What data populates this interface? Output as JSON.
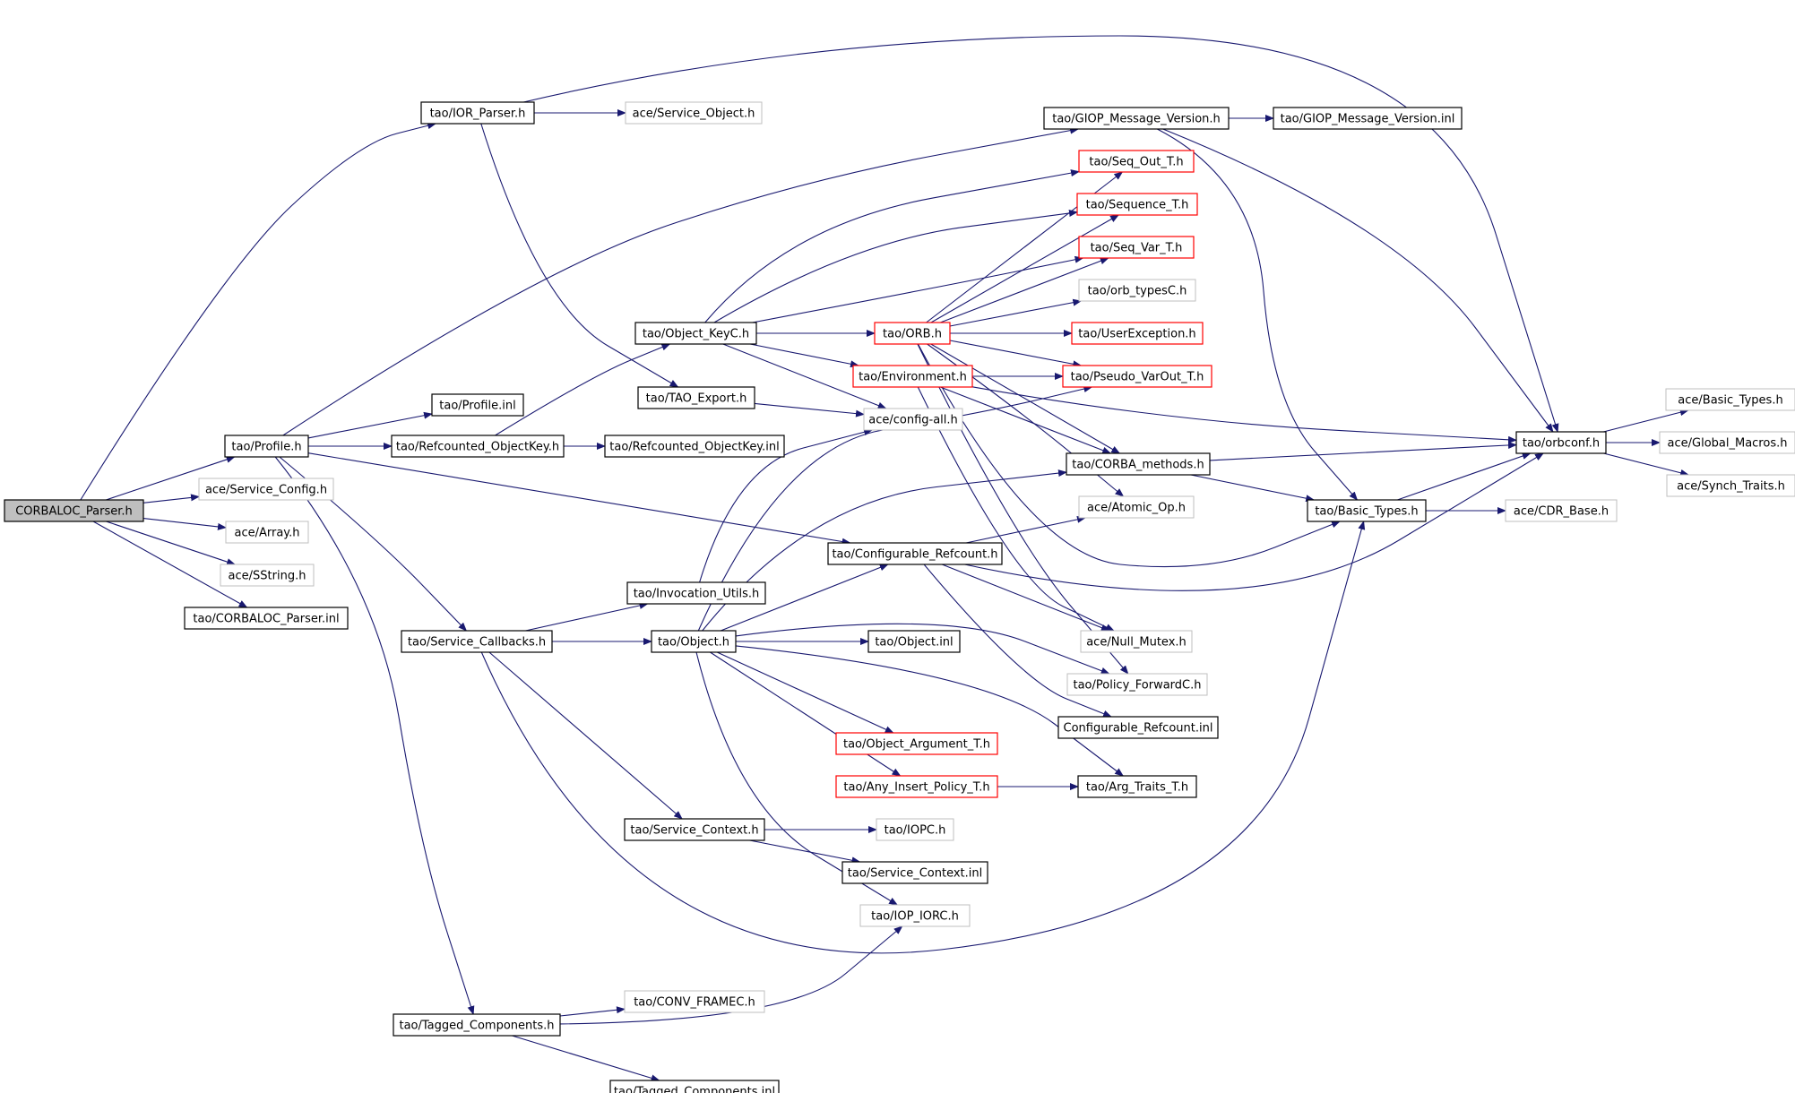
{
  "colors": {
    "edge": "#191970",
    "node_border_black": "#000000",
    "node_border_gray": "#bfbfbf",
    "node_border_red": "#ff0000",
    "node_fill": "#ffffff",
    "root_fill": "#bfbfbf"
  },
  "nodes": {
    "corbaloc_parser_h": "CORBALOC_Parser.h",
    "ior_parser_h": "tao/IOR_Parser.h",
    "ace_service_object_h": "ace/Service_Object.h",
    "giop_message_version_h": "tao/GIOP_Message_Version.h",
    "giop_message_version_inl": "tao/GIOP_Message_Version.inl",
    "seq_out_t_h": "tao/Seq_Out_T.h",
    "sequence_t_h": "tao/Sequence_T.h",
    "seq_var_t_h": "tao/Seq_Var_T.h",
    "orb_typesc_h": "tao/orb_typesC.h",
    "object_keyc_h": "tao/Object_KeyC.h",
    "orb_h": "tao/ORB.h",
    "userexception_h": "tao/UserException.h",
    "environment_h": "tao/Environment.h",
    "pseudo_varout_t_h": "tao/Pseudo_VarOut_T.h",
    "tao_export_h": "tao/TAO_Export.h",
    "ace_config_all_h": "ace/config-all.h",
    "profile_inl": "tao/Profile.inl",
    "profile_h": "tao/Profile.h",
    "refcounted_objectkey_h": "tao/Refcounted_ObjectKey.h",
    "refcounted_objectkey_inl": "tao/Refcounted_ObjectKey.inl",
    "orbconf_h": "tao/orbconf.h",
    "ace_basic_types_h": "ace/Basic_Types.h",
    "ace_global_macros_h": "ace/Global_Macros.h",
    "ace_synch_traits_h": "ace/Synch_Traits.h",
    "corba_methods_h": "tao/CORBA_methods.h",
    "ace_service_config_h": "ace/Service_Config.h",
    "ace_atomic_op_h": "ace/Atomic_Op.h",
    "tao_basic_types_h": "tao/Basic_Types.h",
    "ace_cdr_base_h": "ace/CDR_Base.h",
    "ace_array_h": "ace/Array.h",
    "configurable_refcount_h": "tao/Configurable_Refcount.h",
    "ace_sstring_h": "ace/SString.h",
    "invocation_utils_h": "tao/Invocation_Utils.h",
    "corbaloc_parser_inl": "tao/CORBALOC_Parser.inl",
    "service_callbacks_h": "tao/Service_Callbacks.h",
    "object_h": "tao/Object.h",
    "object_inl": "tao/Object.inl",
    "ace_null_mutex_h": "ace/Null_Mutex.h",
    "policy_forwardc_h": "tao/Policy_ForwardC.h",
    "configurable_refcount_inl": "Configurable_Refcount.inl",
    "object_argument_t_h": "tao/Object_Argument_T.h",
    "any_insert_policy_t_h": "tao/Any_Insert_Policy_T.h",
    "arg_traits_t_h": "tao/Arg_Traits_T.h",
    "service_context_h": "tao/Service_Context.h",
    "iopc_h": "tao/IOPC.h",
    "service_context_inl": "tao/Service_Context.inl",
    "iop_iorc_h": "tao/IOP_IORC.h",
    "conv_framec_h": "tao/CONV_FRAMEC.h",
    "tagged_components_h": "tao/Tagged_Components.h",
    "tagged_components_inl": "tao/Tagged_Components.inl"
  }
}
